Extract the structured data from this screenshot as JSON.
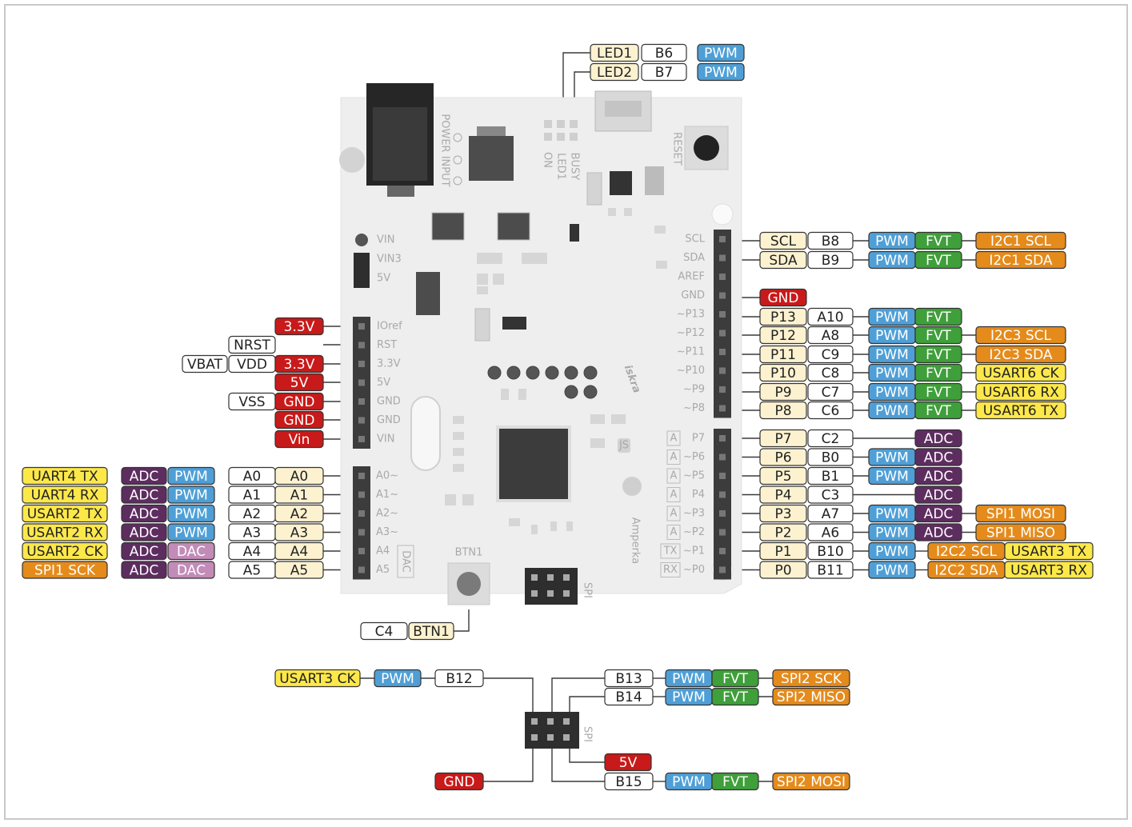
{
  "silk": {
    "power_input": "POWER INPUT",
    "busy": "BUSY",
    "led1": "LED1",
    "on": "ON",
    "reset": "RESET",
    "btn1": "BTN1",
    "spi": "SPI",
    "spi_bottom": "SPI",
    "dac": "DAC",
    "brand": "Amperka",
    "logo": "iskra",
    "logo_sub": "JS",
    "power_top": [
      "VIN",
      "VIN3",
      "5V"
    ],
    "power_header": [
      "IOref",
      "RST",
      "3.3V",
      "5V",
      "GND",
      "GND",
      "VIN"
    ],
    "analog_header": [
      "A0~",
      "A1~",
      "A2~",
      "A3~",
      "A4",
      "A5"
    ],
    "right_top": [
      "SCL",
      "SDA",
      "AREF",
      "GND",
      "~P13",
      "~P12",
      "~P11",
      "~P10",
      "~P9",
      "~P8"
    ],
    "right_bottom": [
      "P7",
      "~P6",
      "~P5",
      "P4",
      "~P3",
      "~P2",
      "~P1",
      "~P0"
    ],
    "right_bottom_tags": [
      "A",
      "A",
      "A",
      "A",
      "A",
      "A",
      "TX",
      "RX"
    ]
  },
  "led_labels": [
    [
      "LED1",
      "B6",
      "PWM"
    ],
    [
      "LED2",
      "B7",
      "PWM"
    ]
  ],
  "left_power_labels": [
    [
      "3.3V"
    ],
    [
      "NRST"
    ],
    [
      "VBAT",
      "VDD",
      "3.3V"
    ],
    [
      "5V"
    ],
    [
      "VSS",
      "GND"
    ],
    [
      "GND"
    ],
    [
      "Vin"
    ]
  ],
  "left_analog_labels": [
    [
      "UART4 TX",
      "ADC",
      "PWM",
      "A0",
      "A0"
    ],
    [
      "UART4 RX",
      "ADC",
      "PWM",
      "A1",
      "A1"
    ],
    [
      "USART2 TX",
      "ADC",
      "PWM",
      "A2",
      "A2"
    ],
    [
      "USART2 RX",
      "ADC",
      "PWM",
      "A3",
      "A3"
    ],
    [
      "USART2 CK",
      "ADC",
      "DAC",
      "A4",
      "A4"
    ],
    [
      "SPI1 SCK",
      "ADC",
      "DAC",
      "A5",
      "A5"
    ]
  ],
  "right_top_labels": [
    [
      "SCL",
      "B8",
      "PWM",
      "FVT",
      "I2C1 SCL"
    ],
    [
      "SDA",
      "B9",
      "PWM",
      "FVT",
      "I2C1 SDA"
    ],
    [
      "GND"
    ],
    [
      "P13",
      "A10",
      "PWM",
      "FVT"
    ],
    [
      "P12",
      "A8",
      "PWM",
      "FVT",
      "I2C3 SCL"
    ],
    [
      "P11",
      "C9",
      "PWM",
      "FVT",
      "I2C3 SDA"
    ],
    [
      "P10",
      "C8",
      "PWM",
      "FVT",
      "USART6 CK"
    ],
    [
      "P9",
      "C7",
      "PWM",
      "FVT",
      "USART6 RX"
    ],
    [
      "P8",
      "C6",
      "PWM",
      "FVT",
      "USART6 TX"
    ]
  ],
  "right_bottom_labels": [
    [
      "P7",
      "C2",
      "ADC"
    ],
    [
      "P6",
      "B0",
      "PWM",
      "ADC"
    ],
    [
      "P5",
      "B1",
      "PWM",
      "ADC"
    ],
    [
      "P4",
      "C3",
      "ADC"
    ],
    [
      "P3",
      "A7",
      "PWM",
      "ADC",
      "SPI1 MOSI"
    ],
    [
      "P2",
      "A6",
      "PWM",
      "ADC",
      "SPI1 MISO"
    ],
    [
      "P1",
      "B10",
      "PWM",
      "I2C2 SCL",
      "USART3 TX"
    ],
    [
      "P0",
      "B11",
      "PWM",
      "I2C2 SDA",
      "USART3 RX"
    ]
  ],
  "button_labels": [
    "C4",
    "BTN1"
  ],
  "spi_labels": {
    "b12": [
      "USART3 CK",
      "PWM",
      "B12"
    ],
    "b13": [
      "B13",
      "PWM",
      "FVT",
      "SPI2 SCK"
    ],
    "b14": [
      "B14",
      "PWM",
      "FVT",
      "SPI2 MISO"
    ],
    "v5": [
      "5V"
    ],
    "gnd": [
      "GND"
    ],
    "b15": [
      "B15",
      "PWM",
      "FVT",
      "SPI2 MOSI"
    ]
  },
  "colors": {
    "white": "#ffffff",
    "cream": "#fdf2d0",
    "pwm": "#4f9fd6",
    "fvt": "#3f9f3a",
    "adc": "#5e2d60",
    "dac": "#c28bb8",
    "yellow": "#fde84a",
    "orange": "#e48b1c",
    "red": "#c81a1a",
    "board": "#eeeeee",
    "header": "#3c3c3c"
  }
}
